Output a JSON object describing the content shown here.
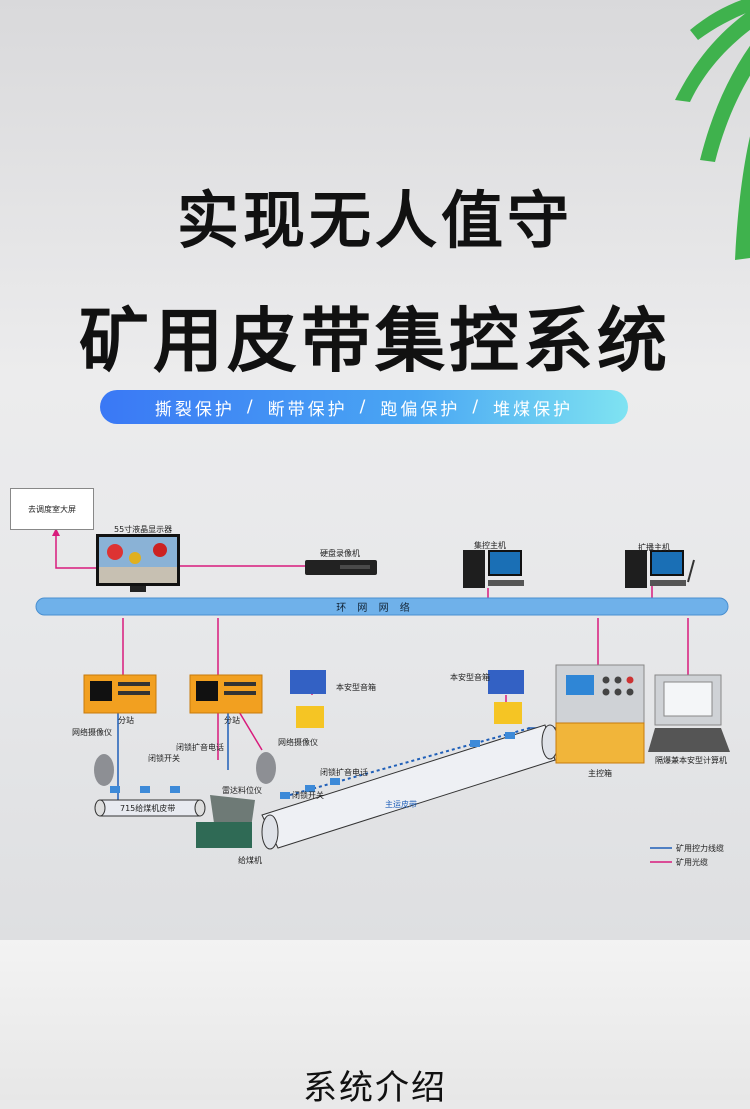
{
  "title_line1": "实现无人值守",
  "title_line2": "矿用皮带集控系统",
  "features": [
    "撕裂保护",
    "断带保护",
    "跑偏保护",
    "堆煤保护"
  ],
  "feature_separator": "/",
  "diagram": {
    "dispatch_screen": "去调度室大屏",
    "lcd_display": "55寸液晶显示器",
    "dvr": "硬盘录像机",
    "control_host": "集控主机",
    "broadcast_host": "扩播主机",
    "ring_network": "环 网 网 络",
    "substation1": "分站",
    "substation2": "分站",
    "speaker_left": "本安型音箱",
    "speaker_right": "本安型音箱",
    "camera_left": "网络摄像仪",
    "camera_mid": "网络摄像仪",
    "lock_switch_left": "闭锁开关",
    "lock_phone_left": "闭锁扩音电话",
    "radar": "雷达料位仪",
    "feeder_belt": "715给煤机皮带",
    "feeder": "给煤机",
    "lock_switch_right": "闭锁开关",
    "lock_phone_right": "闭锁扩音电话",
    "main_belt": "主运皮带",
    "main_box": "主控箱",
    "computer": "隔爆兼本安型计算机",
    "legend_control": "矿用控力线缆",
    "legend_fiber": "矿用光缆"
  },
  "section_title": "系统介绍",
  "colors": {
    "ring": "#5ca8e8",
    "fiber": "#d81b7c",
    "control": "#1f5fb8",
    "enclosure": "#f2a020"
  }
}
